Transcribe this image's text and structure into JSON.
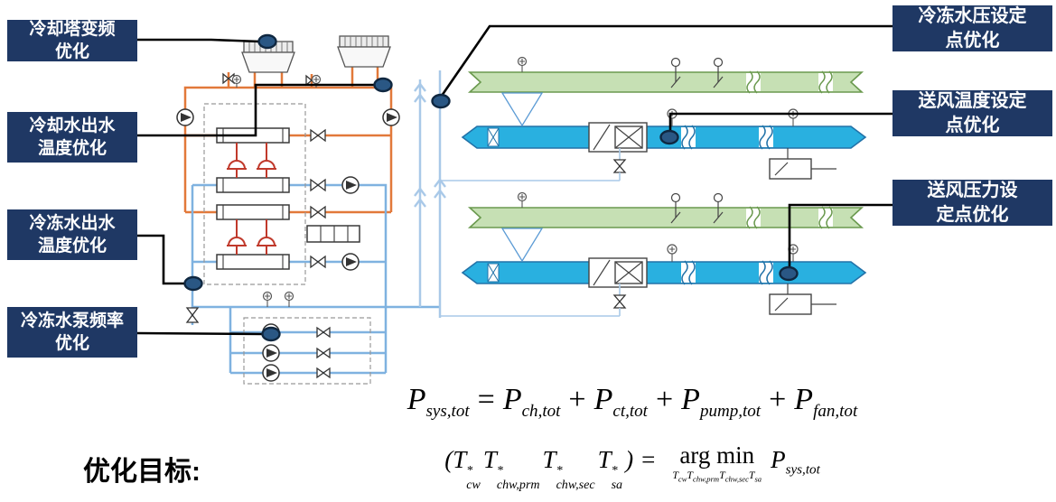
{
  "callouts": {
    "left": [
      {
        "line1": "冷却塔变频",
        "line2": "优化"
      },
      {
        "line1": "冷却水出水",
        "line2": "温度优化"
      },
      {
        "line1": "冷冻水出水",
        "line2": "温度优化"
      },
      {
        "line1": "冷冻水泵频率",
        "line2": "优化"
      }
    ],
    "right": [
      {
        "line1": "冷冻水压设定",
        "line2": "点优化"
      },
      {
        "line1": "送风温度设定",
        "line2": "点优化"
      },
      {
        "line1": "送风压力设",
        "line2": "定点优化"
      }
    ]
  },
  "objective": "优化目标:",
  "eq1": {
    "lhs": {
      "b": "P",
      "s": "sys,tot"
    },
    "eq": "=",
    "plus": "+",
    "terms": [
      {
        "b": "P",
        "s": "ch,tot"
      },
      {
        "b": "P",
        "s": "ct,tot"
      },
      {
        "b": "P",
        "s": "pump,tot"
      },
      {
        "b": "P",
        "s": "fan,tot"
      }
    ]
  },
  "eq2": {
    "open": "(",
    "close": ")",
    "eq": "=",
    "tterms": [
      {
        "b": "T",
        "sup": "*",
        "s": "cw"
      },
      {
        "b": "T",
        "sup": "*",
        "s": "chw,prm"
      },
      {
        "b": "T",
        "sup": "*",
        "s": "chw,sec"
      },
      {
        "b": "T",
        "sup": "*",
        "s": "sa"
      }
    ],
    "argmin": "arg min",
    "under": [
      {
        "b": "T",
        "s": "cw"
      },
      {
        "b": "T",
        "s": "chw,prm"
      },
      {
        "b": "T",
        "s": "chw,sec"
      },
      {
        "b": "T",
        "s": "sa"
      }
    ],
    "result": {
      "b": "P",
      "s": "sys,tot"
    }
  },
  "colors": {
    "label-bg": "#1f3864",
    "label-text": "#ffffff",
    "marker-fill": "#2a5784",
    "marker-stroke": "#0f2740",
    "pipe-condenser": "#e2793a",
    "pipe-chilled": "#7fb2e0",
    "pipe-riser": "#a9c9e8",
    "chiller-red": "#c0392b",
    "duct-return-fill": "#c6e0b4",
    "duct-return-stroke": "#6a994e",
    "duct-supply-fill": "#29b0e0",
    "duct-supply-stroke": "#2272a8",
    "connector": "#000000"
  },
  "icons": {
    "pump-icon": "circle-with-triangle",
    "valve-icon": "bowtie",
    "sensor-icon": "circled-cross",
    "flow-arrow-chevrons": "double-chevron-up",
    "control-point-marker": "navy-ellipse",
    "duct-break": "double-wave",
    "damper-actuator": "circle-on-stem"
  }
}
